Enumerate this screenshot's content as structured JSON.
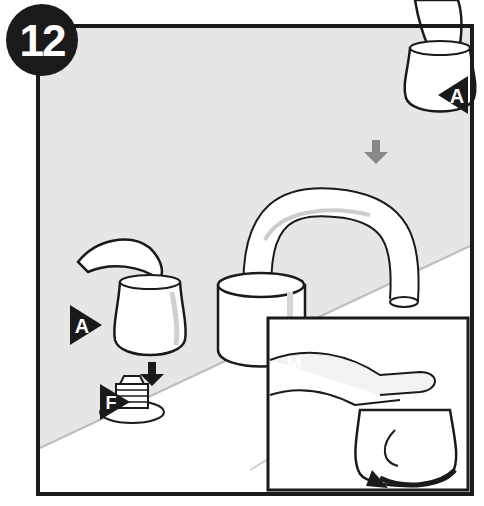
{
  "diagram": {
    "labels": [
      "12",
      "A",
      "A",
      "M",
      "F"
    ]
  }
}
